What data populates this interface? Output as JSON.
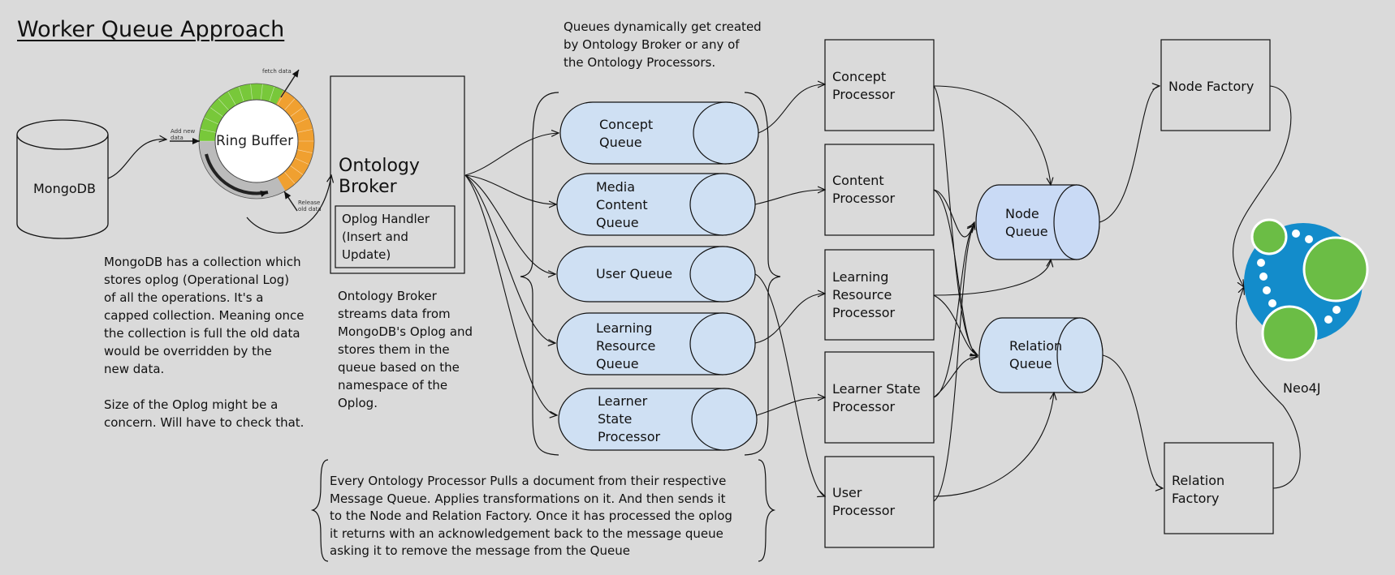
{
  "title": "Worker Queue Approach",
  "mongodb": {
    "label": "MongoDB"
  },
  "ring_buffer": {
    "label": "Ring Buffer",
    "fetch_label": "fetch data",
    "add_label": "Add new data",
    "release_label": "Release old data",
    "colors": {
      "filled": "#78c83a",
      "released": "#f0a030",
      "empty": "#bbbbbb"
    }
  },
  "mongodb_note": "MongoDB has a collection which\nstores oplog (Operational Log)\nof all the operations. It's a\ncapped collection. Meaning once\nthe collection is full the old data\nwould be overridden by the\nnew data.\n\nSize of the Oplog might be a\nconcern. Will have to check that.",
  "broker": {
    "label": "Ontology\nBroker",
    "handler": "Oplog Handler\n(Insert and\nUpdate)"
  },
  "broker_note": "Ontology Broker\nstreams data from\nMongoDB's Oplog and\nstores them in the\nqueue based on the\nnamespace of the\nOplog.",
  "queues_note": "Queues dynamically get created\nby Ontology Broker or any of\nthe Ontology Processors.",
  "queues": [
    {
      "label": "Concept\nQueue"
    },
    {
      "label": "Media\nContent\nQueue"
    },
    {
      "label": "User Queue"
    },
    {
      "label": "Learning\nResource\nQueue"
    },
    {
      "label": "Learner\nState\nProcessor"
    }
  ],
  "processors": [
    {
      "label": "Concept\nProcessor"
    },
    {
      "label": "Content\nProcessor"
    },
    {
      "label": "Learning\nResource\nProcessor"
    },
    {
      "label": "Learner State\nProcessor"
    },
    {
      "label": "User\nProcessor"
    }
  ],
  "node_queue": {
    "label": "Node\nQueue"
  },
  "relation_queue": {
    "label": "Relation\nQueue"
  },
  "node_factory": {
    "label": "Node Factory"
  },
  "relation_factory": {
    "label": "Relation\nFactory"
  },
  "neo4j": {
    "label": "Neo4J"
  },
  "processor_note": "Every Ontology Processor Pulls a document from their respective\nMessage Queue. Applies transformations on it. And then sends it\nto the Node and Relation Factory. Once it has processed the oplog\nit returns with an acknowledgement back to the message queue\nasking it to remove the message from the Queue",
  "colors": {
    "background": "#dadada",
    "queue_fill": "#cfe0f3",
    "node_queue_fill": "#c9daf5",
    "neo4j_blue": "#138ccb",
    "neo4j_green": "#6bbd45"
  }
}
